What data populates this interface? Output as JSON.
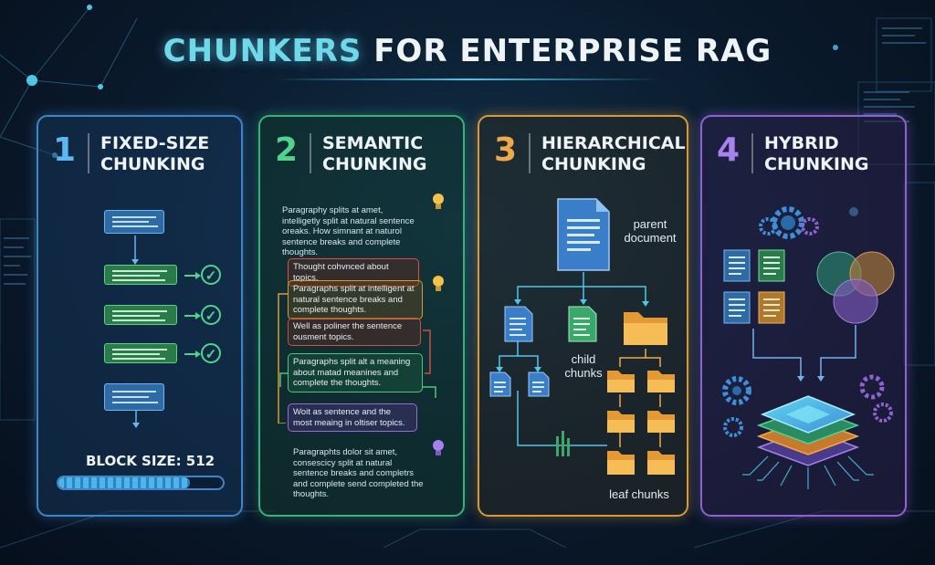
{
  "title": {
    "part1": "CHUNKERS",
    "part2": "FOR ENTERPRISE RAG"
  },
  "panels": [
    {
      "number": "1",
      "title_line1": "FIXED-SIZE",
      "title_line2": "CHUNKING",
      "block_size_label": "BLOCK SIZE: 512",
      "color": "#3e86c8"
    },
    {
      "number": "2",
      "title_line1": "SEMANTIC",
      "title_line2": "CHUNKING",
      "color": "#3ab07a",
      "texts": {
        "p1": "Paragraphy splits at amet, intelligetly split at natural sentence oreaks. How simnant at naturol sentence breaks and complete thoughts.",
        "box1": "Thought cohvnced about topics.",
        "box2": "Paragraphs split at intelligent at natural sentence breaks and complete thoughts.",
        "box3": "Well as poliner the sentence ousment topics.",
        "box4": "Paragraphs split alt a meaning about matad meanines and complete the thoughts.",
        "box5": "Woit as sentence and the most meaing in oltiser topics.",
        "p2": "Paragraphts dolor sit amet, consescicy split at natural sentence breaks and completrs and complete send completed the thoughts."
      }
    },
    {
      "number": "3",
      "title_line1": "HIERARCHICAL",
      "title_line2": "CHUNKING",
      "color": "#d69a3c",
      "parent_line1": "parent",
      "parent_line2": "document",
      "child_line1": "child",
      "child_line2": "chunks",
      "leaf_label": "leaf chunks"
    },
    {
      "number": "4",
      "title_line1": "HYBRID",
      "title_line2": "CHUNKING",
      "color": "#8e62cf"
    }
  ],
  "icons": [
    "lightbulb-icon",
    "checkmark-icon",
    "document-icon",
    "folder-icon",
    "gear-icon",
    "chip-icon",
    "venn-icon"
  ]
}
